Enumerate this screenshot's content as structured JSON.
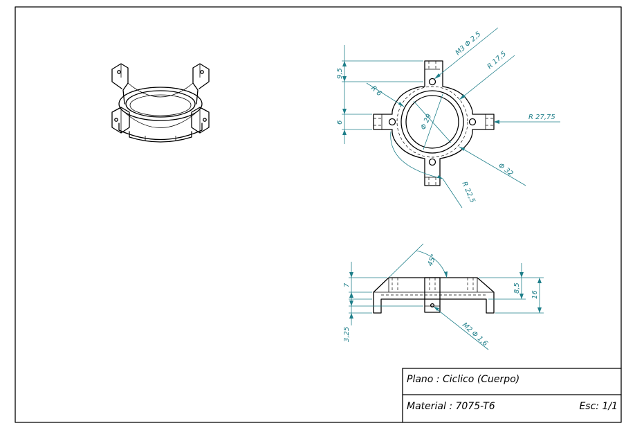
{
  "title_block": {
    "plan": "Plano : Ciclico (Cuerpo)",
    "material": "Material : 7075-T6",
    "scale": "Esc: 1/1"
  },
  "dimensions": {
    "m3_hole": "M3 Φ 2,5",
    "r_175": "R 17,5",
    "r_6": "R 6",
    "phi_29": "Φ 29",
    "r_2775": "R 27,75",
    "phi_32": "Φ 32",
    "r_225": "R 22,5",
    "d_95": "9,5",
    "d_6": "6",
    "angle_45": "45°",
    "d_7": "7",
    "d_325": "3,25",
    "d_85": "8,5",
    "d_16": "16",
    "m2_hole": "M2 Φ 1,6"
  }
}
